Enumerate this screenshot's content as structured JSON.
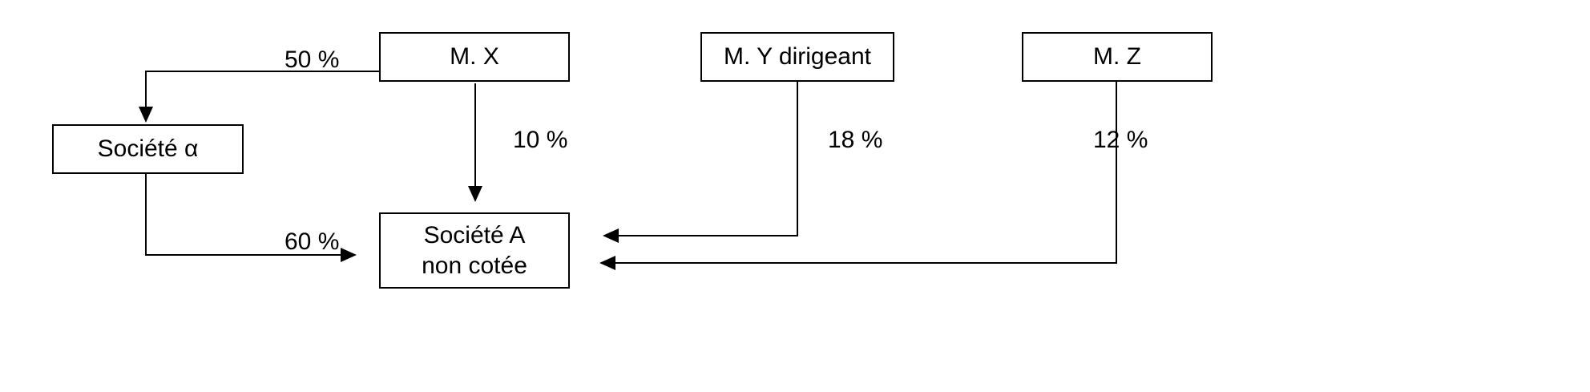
{
  "nodes": {
    "mx": "M. X",
    "my": "M. Y dirigeant",
    "mz": "M. Z",
    "alpha": "Société α",
    "a": "Société A\nnon cotée"
  },
  "labels": {
    "mx_to_alpha": "50 %",
    "mx_to_a": "10 %",
    "my_to_a": "18 %",
    "mz_to_a": "12 %",
    "alpha_to_a": "60 %"
  },
  "colors": {
    "line": "#000000",
    "box_border": "#000000",
    "background": "#ffffff"
  }
}
